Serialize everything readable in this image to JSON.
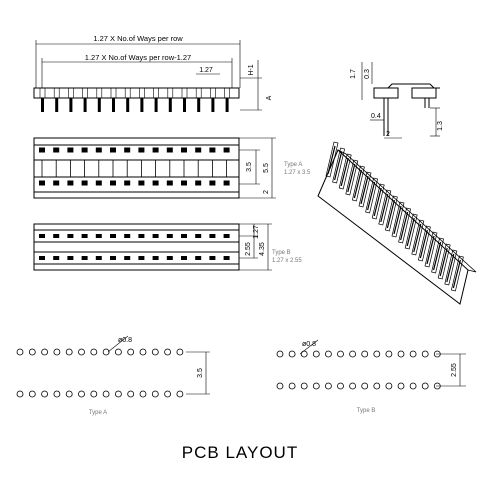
{
  "title": "PCB LAYOUT",
  "dimensions": {
    "overall_length": "1.27 X No.of Ways per row",
    "inner_length": "1.27 X No.of Ways per row-1.27",
    "pitch": "1.27",
    "h1": "H-1",
    "a": "A",
    "d17": "1.7",
    "d03": "0.3",
    "d04": "0.4",
    "d2": "2",
    "d13": "1.3",
    "d35": "3.5",
    "d55": "5.5",
    "d2b": "2",
    "d127b": "1.27",
    "d255": "2.55",
    "d435": "4.35",
    "hole_a": "ø0.8",
    "hole_b": "ø0.8",
    "row_a": "3.5",
    "row_b": "2.55"
  },
  "notes": {
    "note_a": "Type A\n1.27 x 3.5",
    "note_b": "Type B\n1.27 x 2.55",
    "layout_a": "Type A",
    "layout_b": "Type B"
  }
}
